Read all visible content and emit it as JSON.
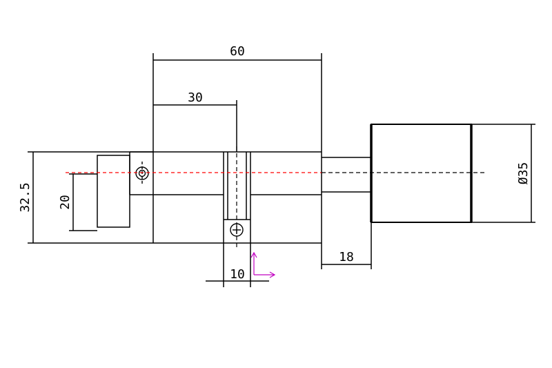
{
  "colors": {
    "line": "#000000",
    "centerline": "#ff0000",
    "axis_marker": "#c000c0"
  },
  "dimensions": {
    "overall_length": "60",
    "half_length": "30",
    "cam_width": "10",
    "knob_shaft": "18",
    "knob_diameter": "Ø35",
    "body_height": "32.5",
    "body_inner": "20"
  }
}
